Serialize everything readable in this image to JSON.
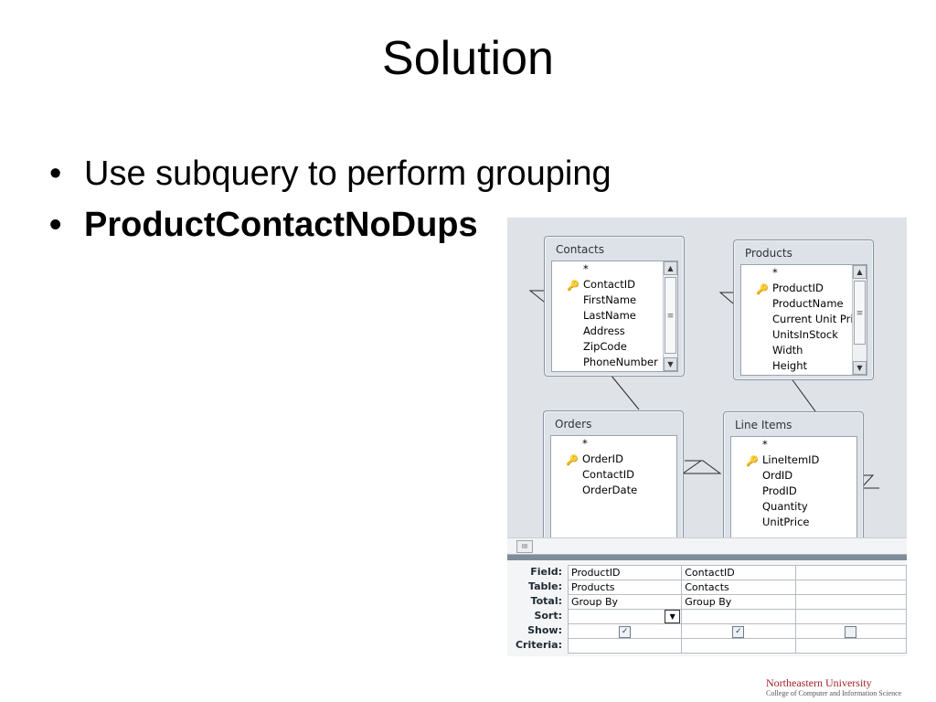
{
  "slide": {
    "title": "Solution",
    "bullets": [
      "Use subquery to perform grouping",
      "ProductContactNoDups"
    ],
    "bullet_glyph": "•"
  },
  "designer": {
    "tables": {
      "contacts": {
        "title": "Contacts",
        "fields": [
          "*",
          "ContactID",
          "FirstName",
          "LastName",
          "Address",
          "ZipCode",
          "PhoneNumber"
        ],
        "key_field": "ContactID"
      },
      "products": {
        "title": "Products",
        "fields": [
          "*",
          "ProductID",
          "ProductName",
          "Current Unit Pri",
          "UnitsInStock",
          "Width",
          "Height"
        ],
        "key_field": "ProductID"
      },
      "orders": {
        "title": "Orders",
        "fields": [
          "*",
          "OrderID",
          "ContactID",
          "OrderDate"
        ],
        "key_field": "OrderID"
      },
      "line_items": {
        "title": "Line Items",
        "fields": [
          "*",
          "LineItemID",
          "OrdID",
          "ProdID",
          "Quantity",
          "UnitPrice"
        ],
        "key_field": "LineItemID"
      }
    },
    "grid": {
      "row_labels": [
        "Field:",
        "Table:",
        "Total:",
        "Sort:",
        "Show:",
        "Criteria:"
      ],
      "columns": [
        {
          "field": "ProductID",
          "table": "Products",
          "total": "Group By",
          "sort": "",
          "show": true
        },
        {
          "field": "ContactID",
          "table": "Contacts",
          "total": "Group By",
          "sort": "",
          "show": true
        },
        {
          "field": "",
          "table": "",
          "total": "",
          "sort": "",
          "show": false
        }
      ]
    },
    "hscroll_glyph": "III"
  },
  "footer": {
    "logo_line1": "Northeastern University",
    "logo_line2": "College of Computer and Information Science"
  },
  "colors": {
    "designer_bg": "#dfe3e8",
    "logo_red": "#a31f2a"
  }
}
